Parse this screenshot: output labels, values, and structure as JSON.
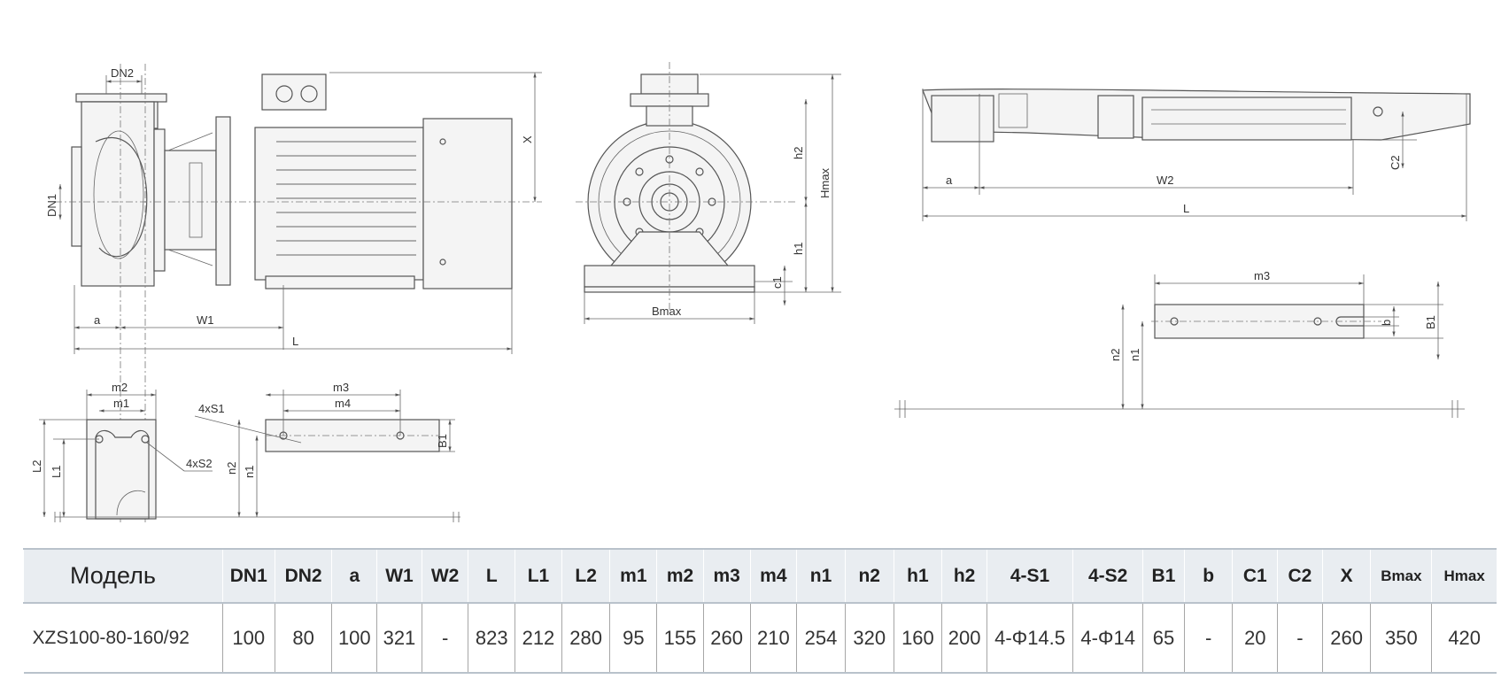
{
  "diagram": {
    "front_view_labels": {
      "dn2": "DN2",
      "dn1": "DN1",
      "x": "X",
      "a": "a",
      "w1": "W1",
      "l": "L"
    },
    "side_view_labels": {
      "h2": "h2",
      "hmax": "Hmax",
      "h1": "h1",
      "c1": "c1",
      "bmax": "Bmax"
    },
    "base_left_labels": {
      "m2": "m2",
      "m1": "m1",
      "s2": "4xS2",
      "l2": "L2",
      "l1": "L1"
    },
    "base_mid_labels": {
      "s1": "4xS1",
      "m3": "m3",
      "m4": "m4",
      "b1": "B1",
      "n2": "n2",
      "n1": "n1"
    },
    "top_right_labels": {
      "a": "a",
      "w2": "W2",
      "l": "L",
      "c2": "C2"
    },
    "base_right_labels": {
      "m3": "m3",
      "b": "b",
      "b1": "B1",
      "n2": "n2",
      "n1": "n1"
    }
  },
  "table": {
    "headers": [
      "Модель",
      "DN1",
      "DN2",
      "a",
      "W1",
      "W2",
      "L",
      "L1",
      "L2",
      "m1",
      "m2",
      "m3",
      "m4",
      "n1",
      "n2",
      "h1",
      "h2",
      "4-S1",
      "4-S2",
      "B1",
      "b",
      "C1",
      "C2",
      "X",
      "Bmax",
      "Hmax"
    ],
    "rows": [
      [
        "XZS100-80-160/92",
        "100",
        "80",
        "100",
        "321",
        "-",
        "823",
        "212",
        "280",
        "95",
        "155",
        "260",
        "210",
        "254",
        "320",
        "160",
        "200",
        "4-Φ14.5",
        "4-Φ14",
        "65",
        "-",
        "20",
        "-",
        "260",
        "350",
        "420"
      ]
    ]
  }
}
